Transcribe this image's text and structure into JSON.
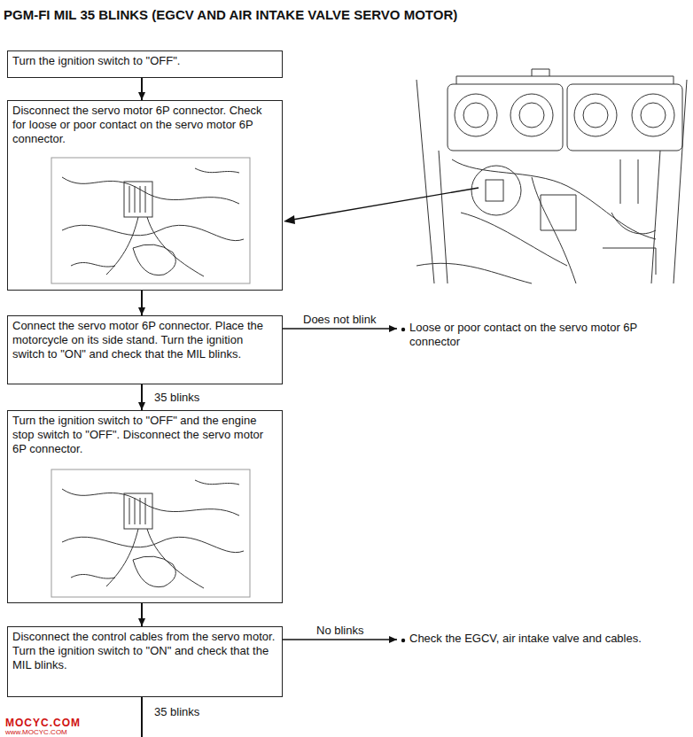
{
  "diagram": {
    "title": "PGM-FI MIL 35 BLINKS (EGCV AND AIR INTAKE VALVE SERVO MOTOR)",
    "nodes": [
      {
        "text": [
          "Turn the ignition switch to \"OFF\"."
        ]
      },
      {
        "text": [
          "Disconnect the servo motor 6P connector. Check for loose or poor contact on the servo motor 6P connector."
        ]
      },
      {
        "text": [
          "Connect the servo motor 6P connector. Place the motorcycle on its side stand. Turn the ignition switch to \"ON\" and check that the MIL blinks."
        ]
      },
      {
        "text": [
          "Loose or poor contact on the servo motor 6P connector"
        ]
      },
      {
        "text": [
          "Turn the ignition switch to \"OFF\" and the engine stop switch to \"OFF\". Disconnect the servo motor 6P connector."
        ]
      },
      {
        "text": [
          "Disconnect the control cables from the servo motor. Turn the ignition switch to \"ON\" and check that the MIL blinks."
        ]
      },
      {
        "text": [
          "Check the EGCV, air intake valve and cables."
        ]
      }
    ],
    "edges": [
      {
        "from": 0,
        "to": 1,
        "arrow": "to"
      },
      {
        "from": 1,
        "to": 2,
        "arrow": "to"
      },
      {
        "from": 2,
        "to": 3,
        "label": "Does not blink",
        "arrow": "to"
      },
      {
        "from": 2,
        "to": 4,
        "label": "35 blinks",
        "arrow": "to"
      },
      {
        "from": 4,
        "to": 5,
        "arrow": "to"
      },
      {
        "from": 5,
        "to": 6,
        "label": "No blinks",
        "arrow": "to"
      }
    ],
    "labels": [
      "35 blinks",
      "MOCYC.COM",
      "www.MOCYC.COM"
    ]
  }
}
